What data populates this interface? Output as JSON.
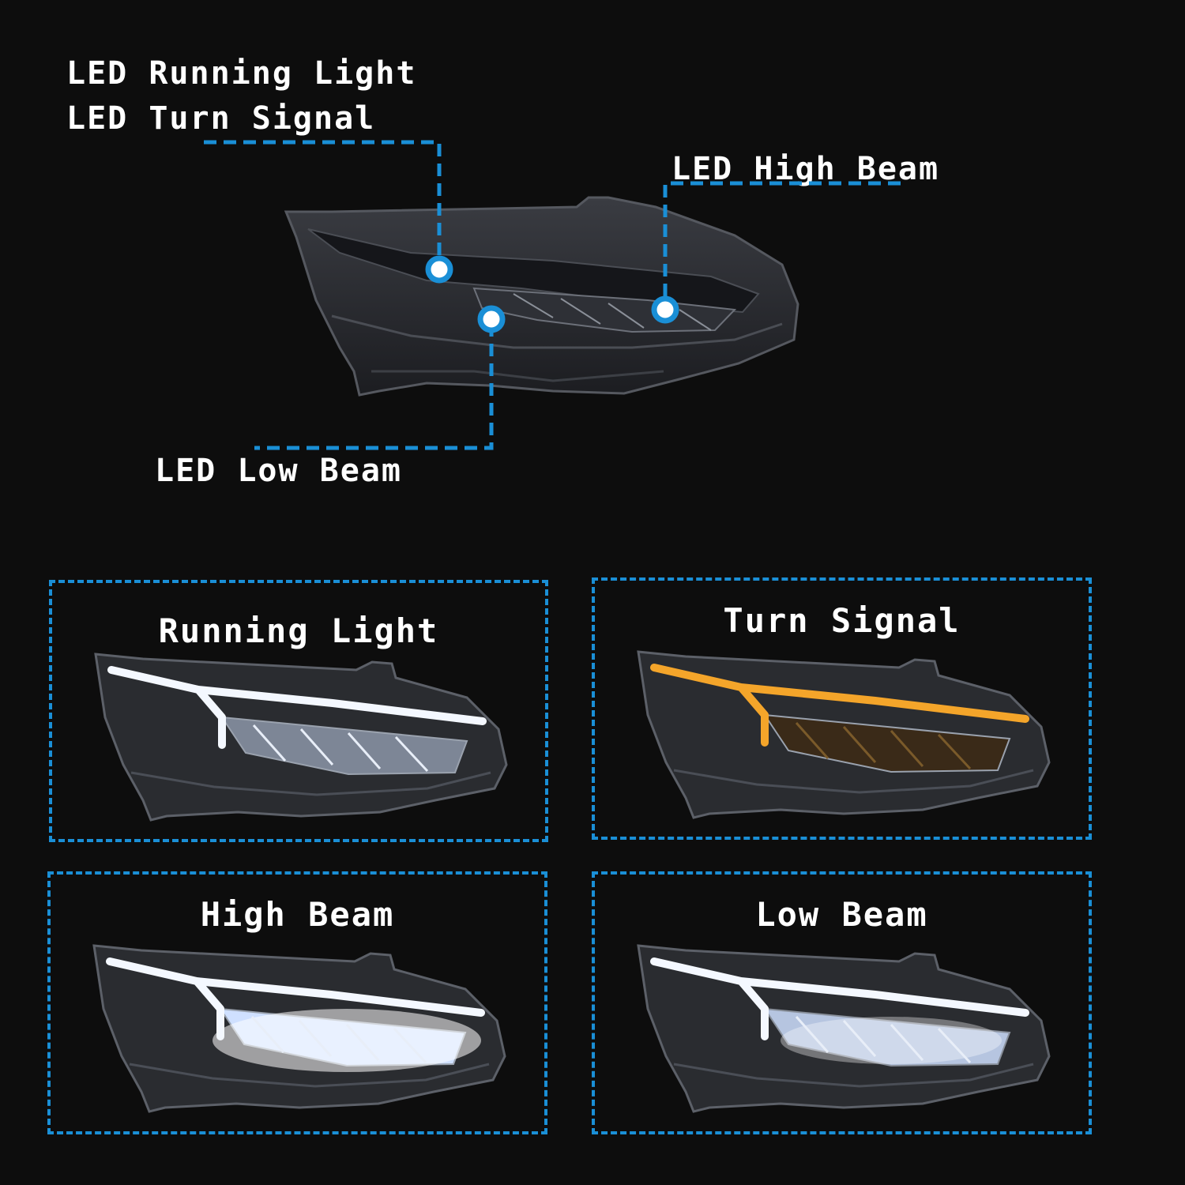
{
  "callouts": {
    "running_turn": [
      "LED Running Light",
      "LED Turn Signal"
    ],
    "high_beam": "LED High Beam",
    "low_beam": "LED Low Beam"
  },
  "panels": [
    {
      "title": "Running Light",
      "mode": "running"
    },
    {
      "title": "Turn Signal",
      "mode": "turn"
    },
    {
      "title": "High Beam",
      "mode": "high"
    },
    {
      "title": "Low Beam",
      "mode": "low"
    }
  ],
  "colors": {
    "background": "#0d0d0d",
    "accent_blue": "#1a8fd6",
    "text": "#ffffff",
    "drl_white": "#f4f8ff",
    "turn_amber": "#f4a52a",
    "housing": "#2a2c30"
  }
}
